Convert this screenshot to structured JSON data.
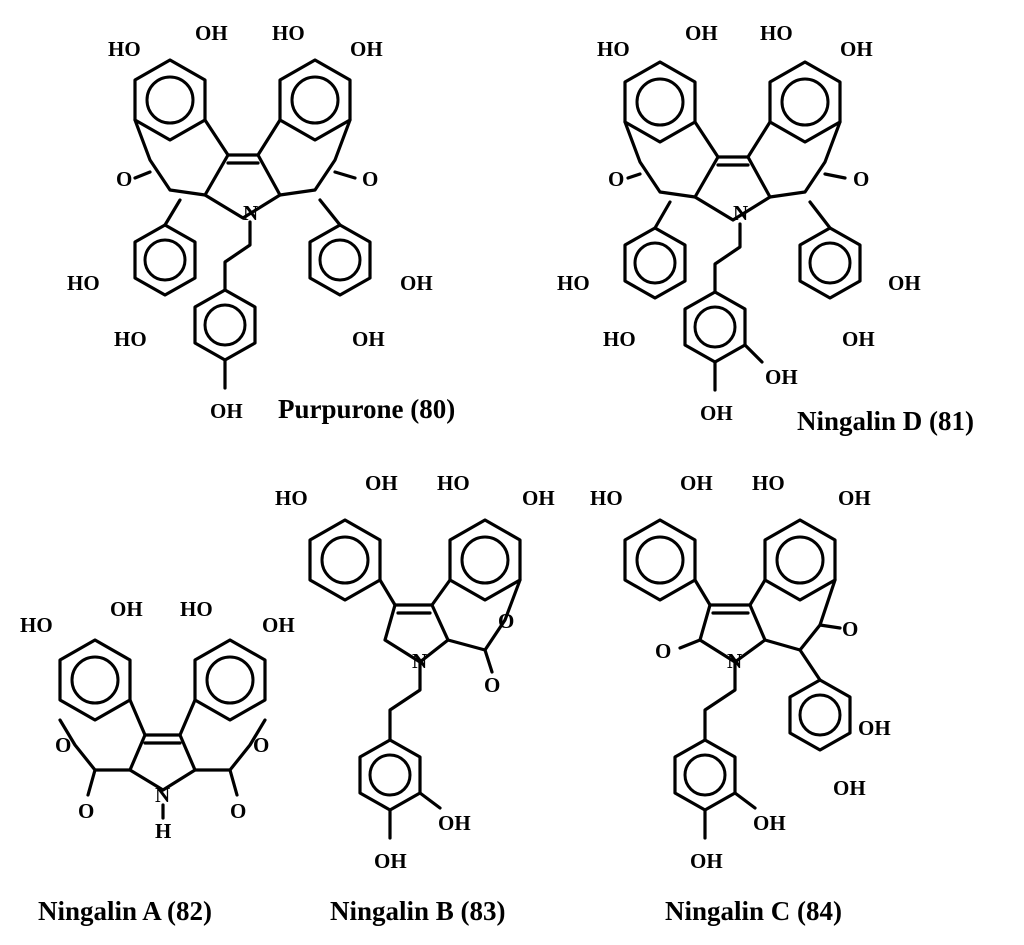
{
  "figure": {
    "compounds": [
      {
        "name": "Purpurone (80)",
        "atom_labels": [
          "HO",
          "OH",
          "HO",
          "OH",
          "O",
          "O",
          "N",
          "HO",
          "HO",
          "OH",
          "OH",
          "OH"
        ]
      },
      {
        "name": "Ningalin D (81)",
        "atom_labels": [
          "HO",
          "OH",
          "HO",
          "OH",
          "O",
          "O",
          "N",
          "HO",
          "HO",
          "OH",
          "OH",
          "OH",
          "OH"
        ]
      },
      {
        "name": "Ningalin A (82)",
        "atom_labels": [
          "HO",
          "OH",
          "HO",
          "OH",
          "O",
          "O",
          "O",
          "O",
          "N",
          "H"
        ]
      },
      {
        "name": "Ningalin B (83)",
        "atom_labels": [
          "HO",
          "OH",
          "HO",
          "OH",
          "O",
          "N",
          "O",
          "OH",
          "OH"
        ]
      },
      {
        "name": "Ningalin C (84)",
        "atom_labels": [
          "HO",
          "OH",
          "HO",
          "OH",
          "O",
          "N",
          "O",
          "OH",
          "OH",
          "OH",
          "OH"
        ]
      }
    ]
  }
}
